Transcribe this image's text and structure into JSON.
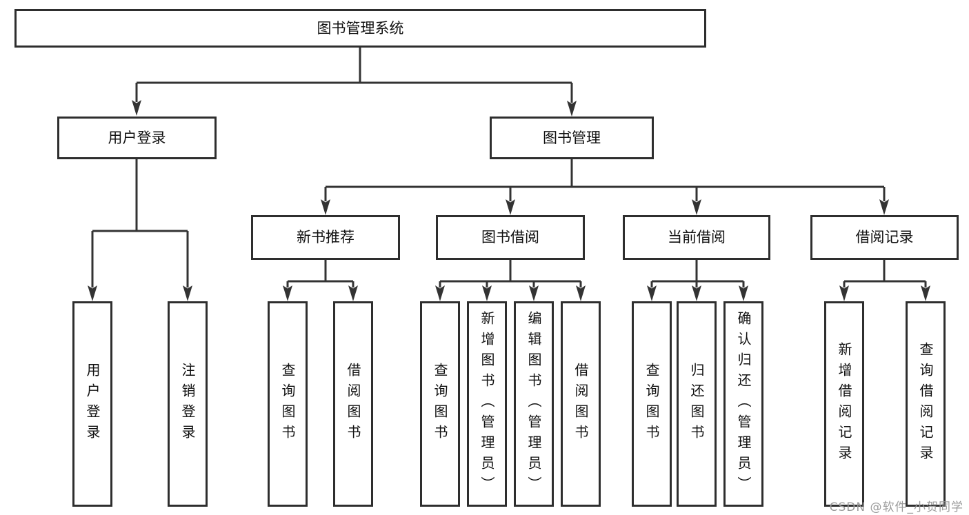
{
  "colors": {
    "line": "#333333",
    "box_border": "#2e2e2e",
    "text": "#111111",
    "watermark": "#9b9b9b",
    "background": "#ffffff"
  },
  "watermark": {
    "text": "CSDN @软件_小贺同学"
  },
  "diagram": {
    "root": {
      "label": "图书管理系统"
    },
    "level2": [
      {
        "label": "用户登录"
      },
      {
        "label": "图书管理"
      }
    ],
    "level3": [
      {
        "label": "新书推荐"
      },
      {
        "label": "图书借阅"
      },
      {
        "label": "当前借阅"
      },
      {
        "label": "借阅记录"
      }
    ],
    "leaves": [
      {
        "label": "用户登录"
      },
      {
        "label": "注销登录"
      },
      {
        "label": "查询图书"
      },
      {
        "label": "借阅图书"
      },
      {
        "label": "查询图书"
      },
      {
        "label": "新增图书（管理员）"
      },
      {
        "label": "编辑图书（管理员）"
      },
      {
        "label": "借阅图书"
      },
      {
        "label": "查询图书"
      },
      {
        "label": "归还图书"
      },
      {
        "label": "确认归还（管理员）"
      },
      {
        "label": "新增借阅记录"
      },
      {
        "label": "查询借阅记录"
      }
    ]
  }
}
